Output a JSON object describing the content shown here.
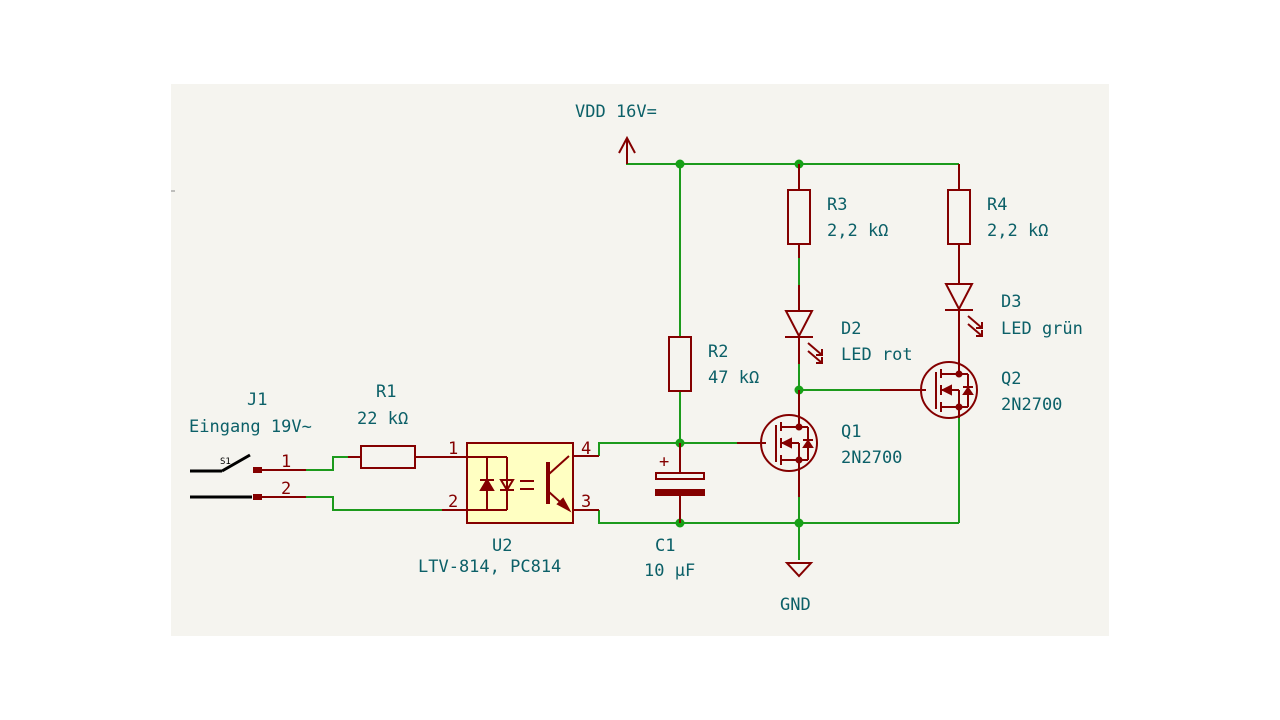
{
  "title": "Schematic: Optocoupler input with LED indicators",
  "power": {
    "vdd_label": "VDD 16V=",
    "gnd_label": "GND"
  },
  "components": {
    "J1": {
      "ref": "J1",
      "value": "Eingang 19V~",
      "switch_label": "S1",
      "pins": [
        "1",
        "2"
      ]
    },
    "R1": {
      "ref": "R1",
      "value": "22 kΩ"
    },
    "U2": {
      "ref": "U2",
      "value": "LTV-814, PC814",
      "pins": [
        "1",
        "2",
        "3",
        "4"
      ]
    },
    "C1": {
      "ref": "C1",
      "value": "10 µF",
      "polarity": "+"
    },
    "R2": {
      "ref": "R2",
      "value": "47 kΩ"
    },
    "R3": {
      "ref": "R3",
      "value": "2,2 kΩ"
    },
    "R4": {
      "ref": "R4",
      "value": "2,2 kΩ"
    },
    "D2": {
      "ref": "D2",
      "value": "LED rot"
    },
    "D3": {
      "ref": "D3",
      "value": "LED grün"
    },
    "Q1": {
      "ref": "Q1",
      "value": "2N2700"
    },
    "Q2": {
      "ref": "Q2",
      "value": "2N2700"
    }
  },
  "colors": {
    "wire": "#1c9a1c",
    "symbol": "#840000",
    "text": "#0c6068",
    "background": "#f5f4ef",
    "optocoupler_fill": "#ffffc2"
  }
}
